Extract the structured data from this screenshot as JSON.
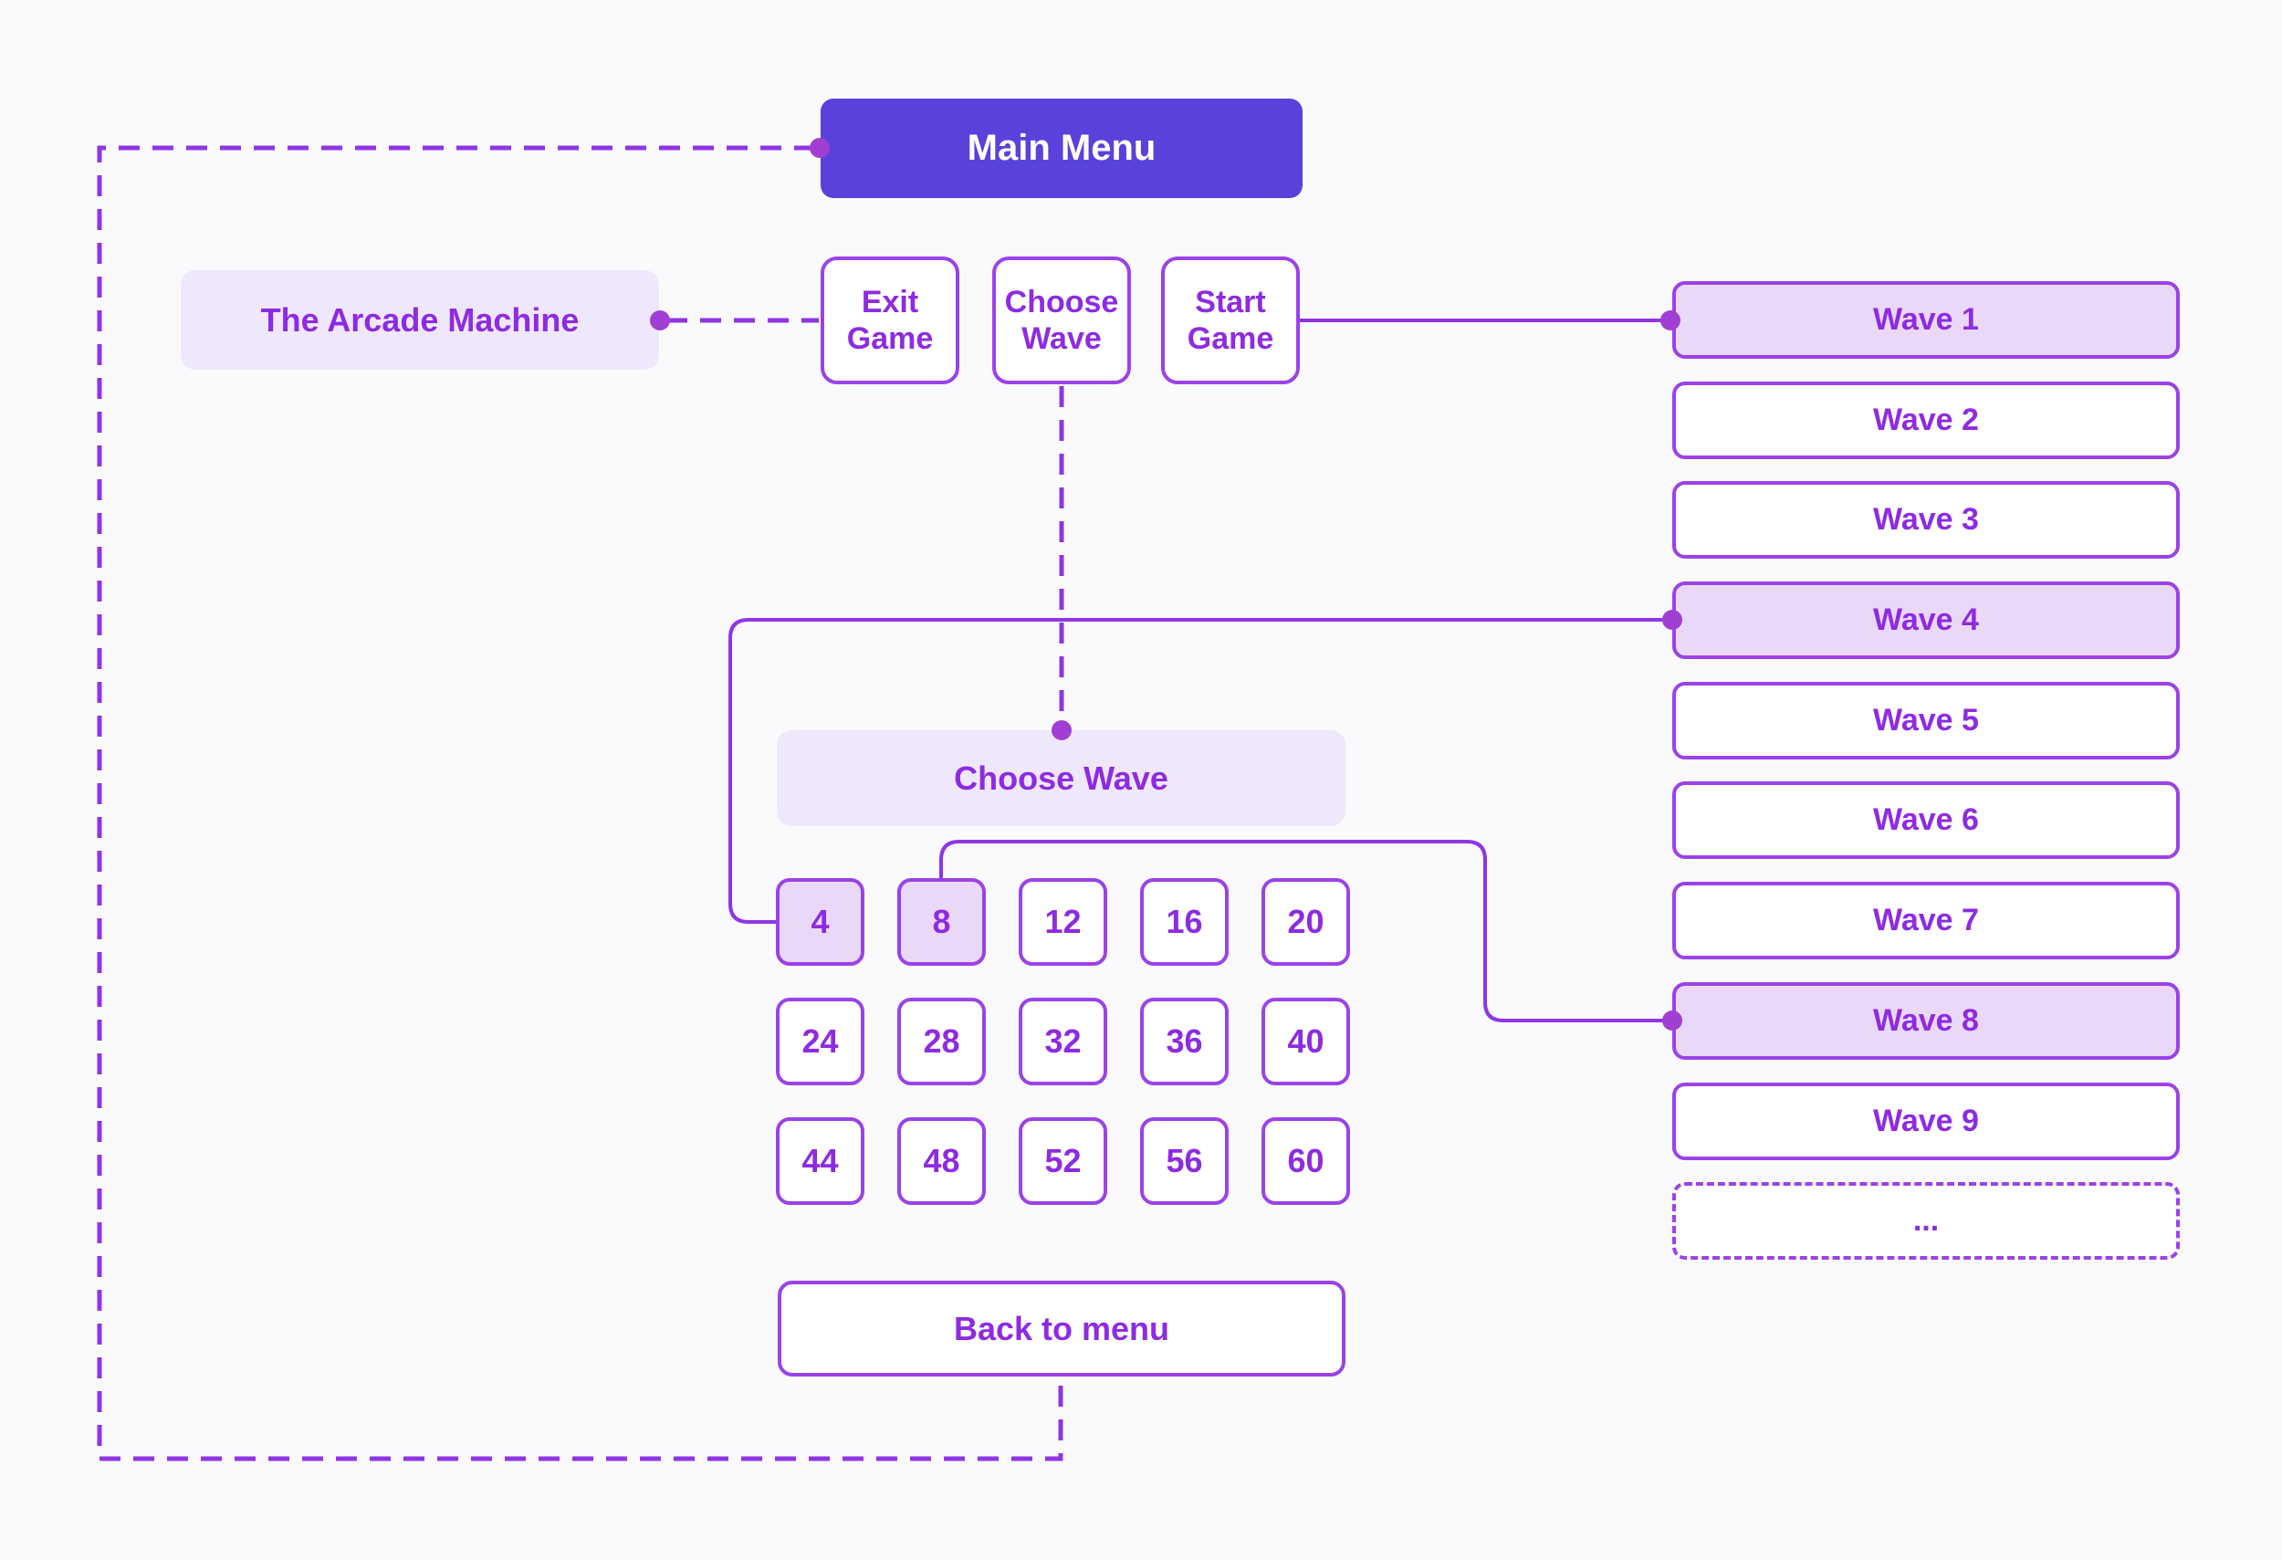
{
  "nodes": {
    "main_menu": "Main Menu",
    "arcade_machine": "The Arcade Machine",
    "exit_game": "Exit Game",
    "choose_wave": "Choose Wave",
    "start_game": "Start Game",
    "choose_wave_label": "Choose Wave",
    "back_to_menu": "Back to menu",
    "ellipsis": "..."
  },
  "waves": [
    {
      "label": "Wave 1",
      "highlighted": true
    },
    {
      "label": "Wave 2",
      "highlighted": false
    },
    {
      "label": "Wave 3",
      "highlighted": false
    },
    {
      "label": "Wave 4",
      "highlighted": true
    },
    {
      "label": "Wave 5",
      "highlighted": false
    },
    {
      "label": "Wave 6",
      "highlighted": false
    },
    {
      "label": "Wave 7",
      "highlighted": false
    },
    {
      "label": "Wave 8",
      "highlighted": true
    },
    {
      "label": "Wave 9",
      "highlighted": false
    }
  ],
  "wave_numbers": [
    {
      "value": "4",
      "highlighted": true
    },
    {
      "value": "8",
      "highlighted": true
    },
    {
      "value": "12",
      "highlighted": false
    },
    {
      "value": "16",
      "highlighted": false
    },
    {
      "value": "20",
      "highlighted": false
    },
    {
      "value": "24",
      "highlighted": false
    },
    {
      "value": "28",
      "highlighted": false
    },
    {
      "value": "32",
      "highlighted": false
    },
    {
      "value": "36",
      "highlighted": false
    },
    {
      "value": "40",
      "highlighted": false
    },
    {
      "value": "44",
      "highlighted": false
    },
    {
      "value": "48",
      "highlighted": false
    },
    {
      "value": "52",
      "highlighted": false
    },
    {
      "value": "56",
      "highlighted": false
    },
    {
      "value": "60",
      "highlighted": false
    }
  ],
  "colors": {
    "background": "#fafafc",
    "primary_fill": "#5842db",
    "accent_text": "#8e2be2",
    "border": "#9b42e8",
    "light_fill": "#efe7fb",
    "highlight_fill": "#e9d8f8",
    "connector": "#8f35e5",
    "dot": "#a13fd4"
  }
}
